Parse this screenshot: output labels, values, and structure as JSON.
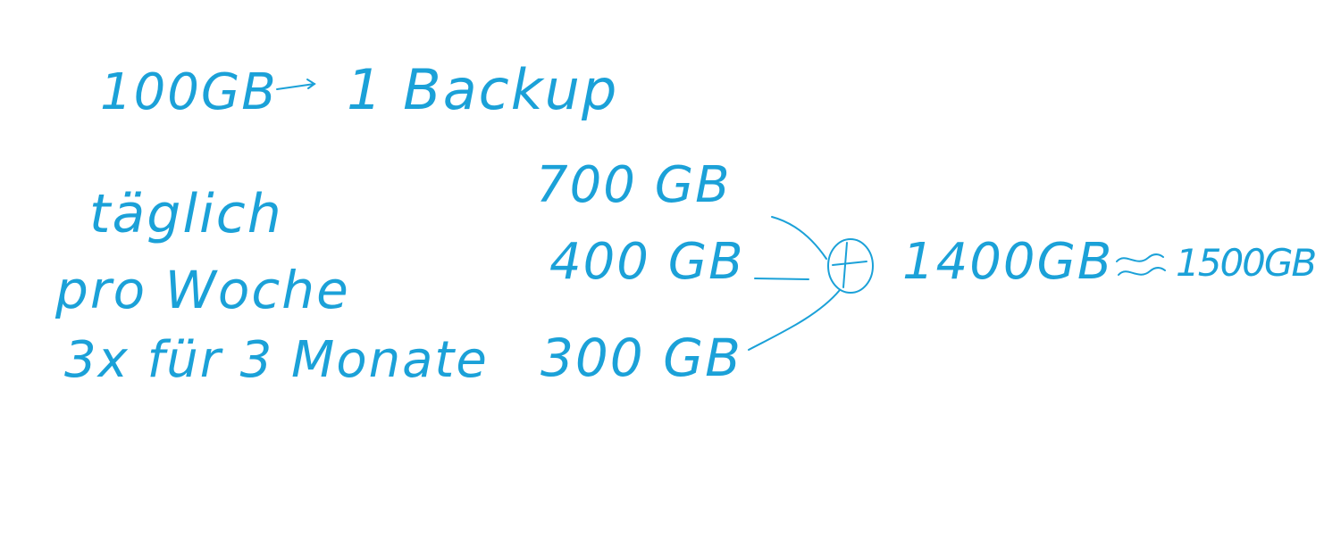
{
  "ink_color": "#1ba1d8",
  "top_line": {
    "amount": "100GB",
    "arrow_icon": "right-arrow-icon",
    "result": "1 Backup"
  },
  "schedule": [
    {
      "label": "täglich",
      "size": "700 GB"
    },
    {
      "label": "pro Woche",
      "size": "400 GB"
    },
    {
      "label": "3x für 3 Monate",
      "size": "300 GB"
    }
  ],
  "sum": {
    "operator_icon": "circled-plus-icon",
    "total": "1400GB",
    "approx_icon": "approx-icon",
    "rounded": "1500GB"
  }
}
